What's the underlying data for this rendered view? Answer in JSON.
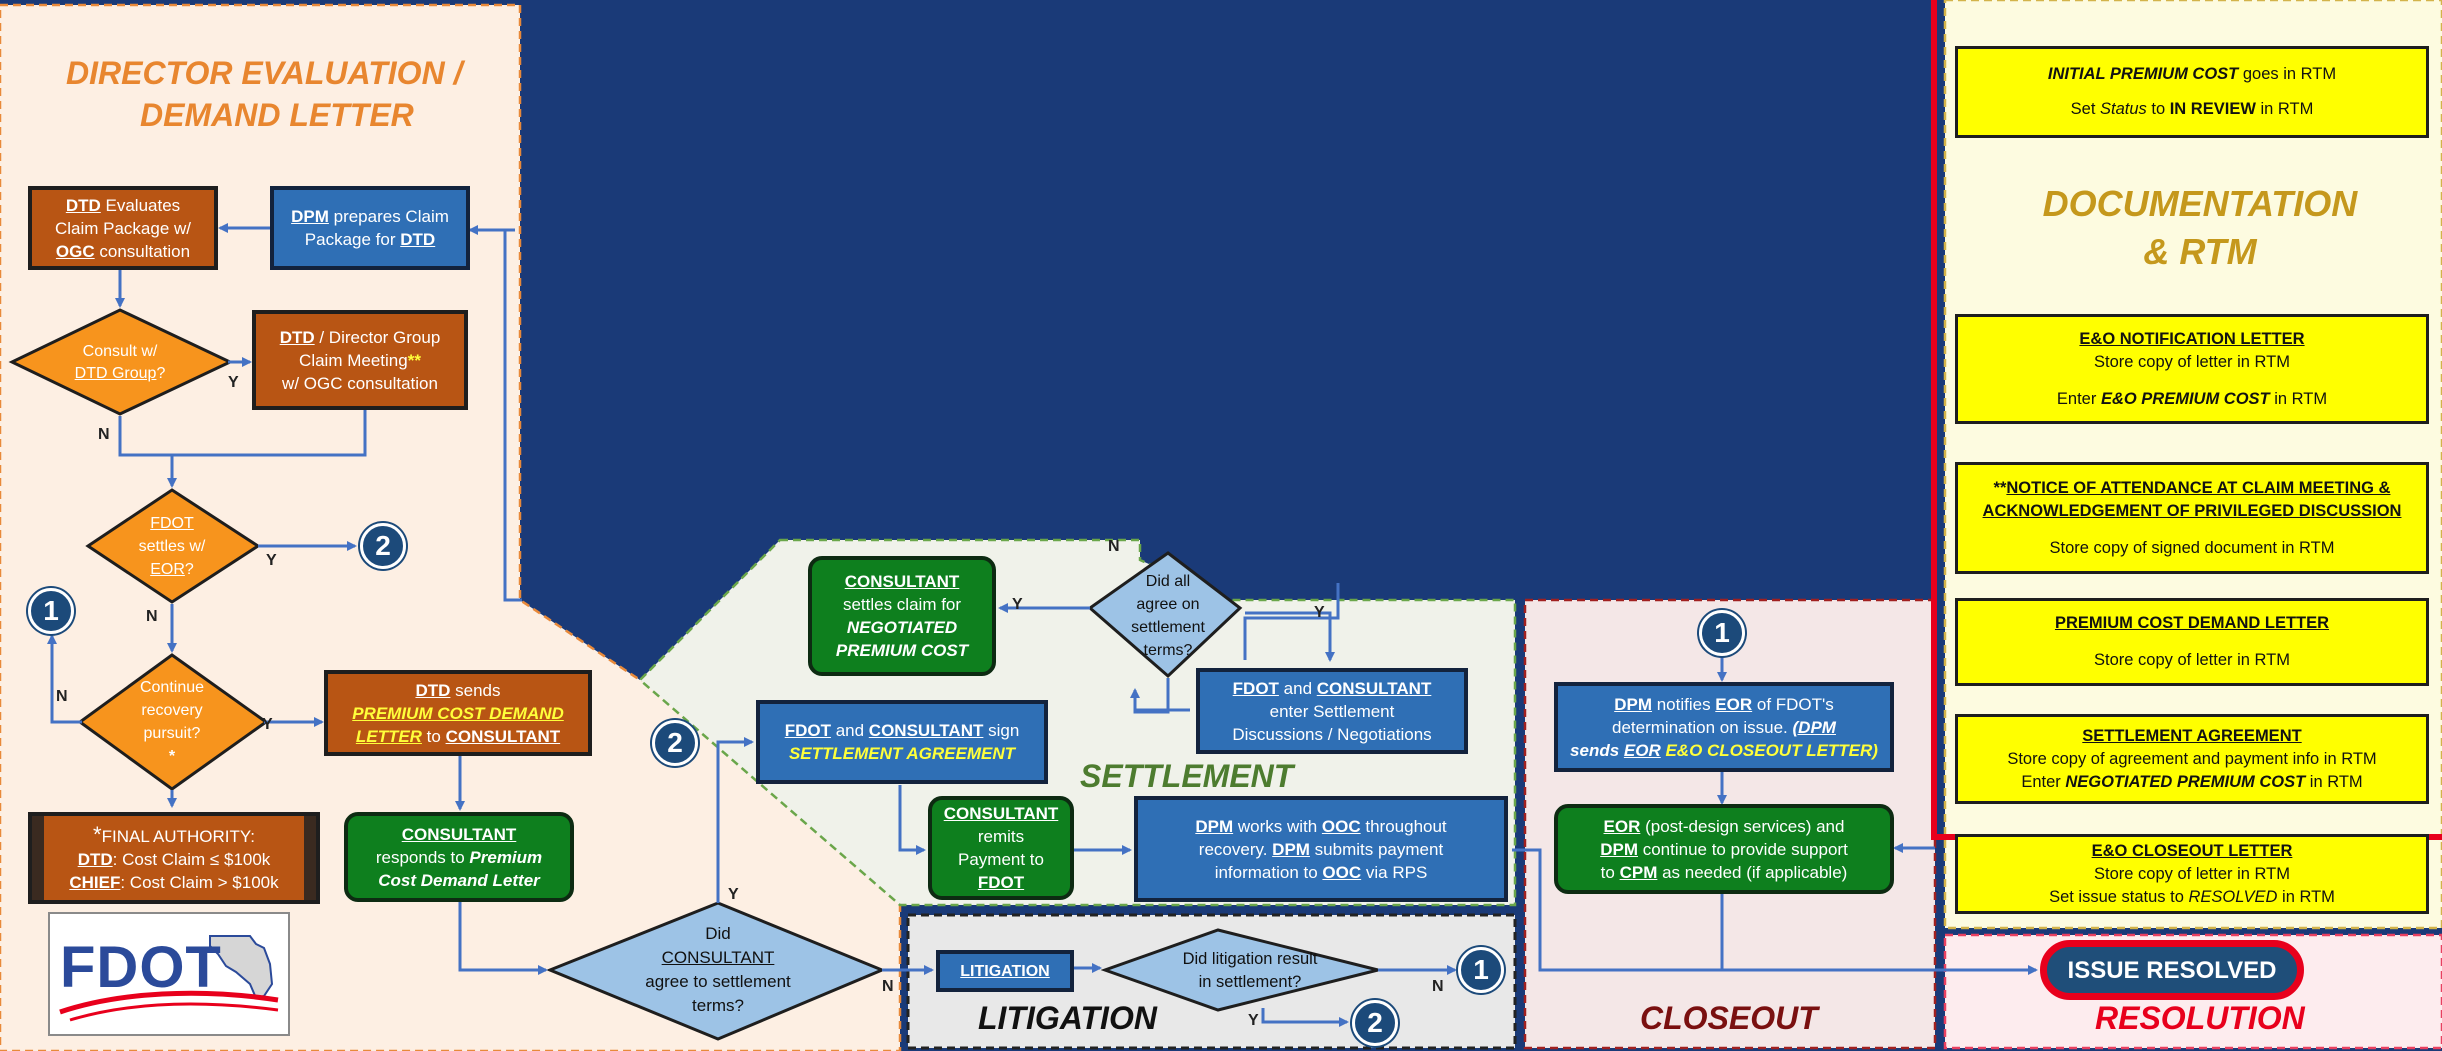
{
  "sections": {
    "director": {
      "title_line1": "DIRECTOR EVALUATION /",
      "title_line2": "DEMAND LETTER"
    },
    "settlement": "SETTLEMENT",
    "litigation": "LITIGATION",
    "closeout": "CLOSEOUT",
    "resolution": "RESOLUTION",
    "documentation": {
      "line1": "DOCUMENTATION",
      "line2": "& RTM"
    }
  },
  "boxes": {
    "dtd_evaluates": {
      "a": "DTD",
      "b": " Evaluates",
      "c": "Claim Package w/",
      "d": "OGC",
      "e": " consultation"
    },
    "dpm_prepares": {
      "a": "DPM",
      "b": " prepares Claim",
      "c": "Package for ",
      "d": "DTD"
    },
    "dtd_director_group": {
      "a": "DTD",
      "b": " / Director Group",
      "c": "Claim Meeting",
      "d": "**",
      "e": "w/ OGC consultation"
    },
    "dtd_sends": {
      "a": "DTD",
      "b": " sends",
      "c": "PREMIUM COST DEMAND",
      "d": "LETTER",
      "e": " to ",
      "f": "CONSULTANT"
    },
    "final_authority": {
      "star": "*",
      "a": "FINAL AUTHORITY:",
      "b": "DTD",
      "c": ": Cost Claim ≤ $100k",
      "d": "CHIEF",
      "e": ": Cost Claim > $100k"
    },
    "consultant_responds": {
      "a": "CONSULTANT",
      "b": "responds to ",
      "c": "Premium",
      "d": "Cost Demand Letter"
    },
    "consultant_settles": {
      "a": "CONSULTANT",
      "b": "settles claim for",
      "c": "NEGOTIATED",
      "d": "PREMIUM COST"
    },
    "fdot_consultant_sign": {
      "a": "FDOT",
      "b": " and ",
      "c": "CONSULTANT",
      "d": " sign",
      "e": "SETTLEMENT AGREEMENT"
    },
    "fdot_consultant_enter": {
      "a": "FDOT",
      "b": " and ",
      "c": "CONSULTANT",
      "d": "enter Settlement",
      "e": "Discussions / Negotiations"
    },
    "consultant_remits": {
      "a": "CONSULTANT",
      "b": "remits",
      "c": "Payment to",
      "d": "FDOT"
    },
    "dpm_works": {
      "a": "DPM",
      "b": " works with ",
      "c": "OOC",
      "d": " throughout",
      "e": "recovery. ",
      "f": "DPM",
      "g": " submits payment",
      "h": "information to ",
      "i": "OOC",
      "j": " via RPS"
    },
    "litigation": "LITIGATION",
    "dpm_notifies": {
      "a": "DPM",
      "b": " notifies ",
      "c": "EOR",
      "d": " of FDOT's",
      "e": "determination on issue. ",
      "f": "(DPM",
      "g": "sends ",
      "h": "EOR",
      "i": " E&O CLOSEOUT LETTER)"
    },
    "eor_post_design": {
      "a": "EOR",
      "b": " (post-design services) and",
      "c": "DPM",
      "d": " continue to provide support",
      "e": "to ",
      "f": "CPM",
      "g": " as needed (if applicable)"
    },
    "issue_resolved": "ISSUE RESOLVED"
  },
  "decisions": {
    "consult_dtd": {
      "l1": "Consult w/",
      "l2": "DTD Group",
      "l3": "?"
    },
    "fdot_settles": {
      "l1": "FDOT",
      "l2": "settles w/",
      "l3": "EOR",
      "l4": "?"
    },
    "continue_recovery": {
      "l1": "Continue",
      "l2": "recovery",
      "l3": "pursuit?",
      "l4": "*"
    },
    "did_consultant_agree": {
      "l1": "Did",
      "l2": "CONSULTANT",
      "l3": "agree to settlement",
      "l4": "terms?"
    },
    "did_all_agree": {
      "l1": "Did all",
      "l2": "agree on",
      "l3": "settlement",
      "l4": "terms?"
    },
    "did_litigation": {
      "l1": "Did litigation result",
      "l2": "in settlement?"
    }
  },
  "connectors": {
    "one": "1",
    "two": "2"
  },
  "edge_labels": {
    "yes": "Y",
    "no": "N"
  },
  "documentation": {
    "initial_premium": {
      "a": "INITIAL PREMIUM COST",
      "b": " goes in RTM",
      "c": "Set ",
      "d": "Status",
      "e": " to ",
      "f": "IN REVIEW",
      "g": " in RTM"
    },
    "eo_notification": {
      "a": "E&O NOTIFICATION LETTER",
      "b": "Store copy of letter in RTM",
      "c": "Enter ",
      "d": "E&O PREMIUM COST",
      "e": " in RTM"
    },
    "notice_attendance": {
      "a": "**",
      "b": "NOTICE OF ATTENDANCE AT CLAIM MEETING &",
      "c": "ACKNOWLEDGEMENT OF PRIVILEGED DISCUSSION",
      "d": "Store copy of signed document in RTM"
    },
    "premium_demand": {
      "a": "PREMIUM COST DEMAND LETTER",
      "b": "Store copy of letter in RTM"
    },
    "settlement_agreement": {
      "a": "SETTLEMENT AGREEMENT",
      "b": "Store copy of agreement and payment info in RTM",
      "c": "Enter ",
      "d": "NEGOTIATED PREMIUM COST",
      "e": "  in RTM"
    },
    "eo_closeout": {
      "a": "E&O CLOSEOUT LETTER",
      "b": "Store copy of letter in RTM",
      "c": "Set issue status to ",
      "d": "RESOLVED",
      "e": " in RTM"
    }
  },
  "logo": {
    "text": "FDOT"
  },
  "colors": {
    "navy": "#1a3a78",
    "blue_box": "#2f6fb5",
    "brown_box": "#b85514",
    "green_box": "#0e7f1e",
    "orange_diamond": "#f7941d",
    "light_blue_diamond": "#9dc3e6",
    "yellow": "#ffff00",
    "arrow": "#4472c4",
    "highlight_red": "#e8001c"
  }
}
